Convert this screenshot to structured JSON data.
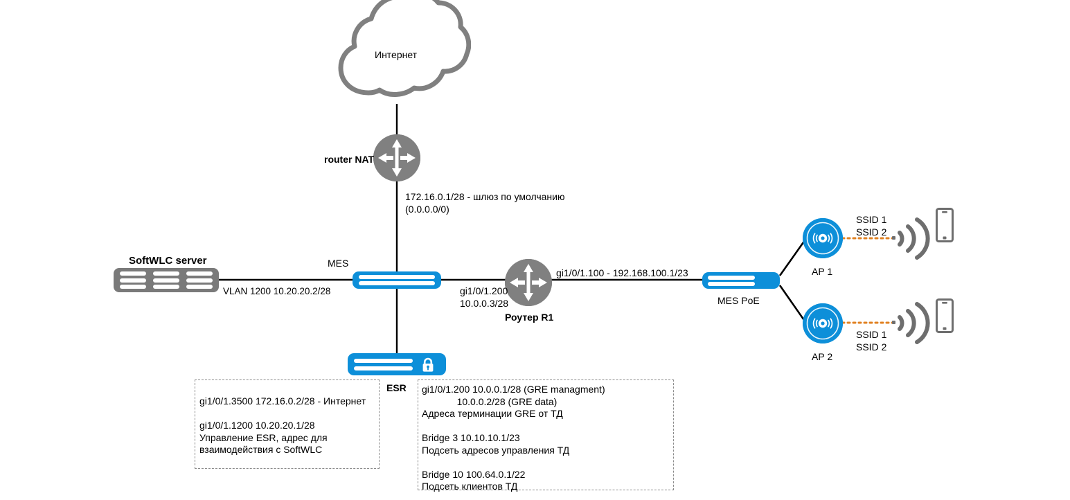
{
  "diagram": {
    "title": "Network topology",
    "colors": {
      "switch_blue": "#0d8fd9",
      "device_gray": "#7a7a7a",
      "router_gray": "#808080",
      "cloud_stroke": "#808080",
      "link_black": "#000000",
      "ssid_dotted": "#e08020",
      "note_border": "#8a8a8a"
    },
    "cloud": {
      "label": "Интернет"
    },
    "nodes": {
      "router_nat": {
        "label": "router NAT"
      },
      "softwlc": {
        "label": "SoftWLC server"
      },
      "mes": {
        "label": "MES"
      },
      "router_r1": {
        "label": "Роутер R1"
      },
      "mes_poe": {
        "label": "MES PoE"
      },
      "esr": {
        "label": "ESR"
      },
      "ap1": {
        "label": "AP 1"
      },
      "ap2": {
        "label": "AP 2"
      }
    },
    "link_labels": {
      "gateway": "172.16.0.1/28 - шлюз по умолчанию\n(0.0.0.0/0)",
      "vlan1200": "VLAN 1200 10.20.20.2/28",
      "gi_200": "gi1/0/1.200\n10.0.0.3/28",
      "gi_100": "gi1/0/1.100 - 192.168.100.1/23"
    },
    "ssid": {
      "ap1": "SSID 1\nSSID 2",
      "ap2": "SSID 1\nSSID 2"
    },
    "notes": {
      "esr_left": "gi1/0/1.3500 172.16.0.2/28 - Интернет\n\ngi1/0/1.1200 10.20.20.1/28\nУправление ESR, адрес для\nвзаимодействия с SoftWLC",
      "esr_right": "gi1/0/1.200 10.0.0.1/28 (GRE managment)\n             10.0.0.2/28 (GRE data)\nАдреса терминации GRE от ТД\n\nBridge 3 10.10.10.1/23\nПодсеть адресов управления ТД\n\nBridge 10 100.64.0.1/22\nПодсеть клиентов ТД"
    }
  }
}
